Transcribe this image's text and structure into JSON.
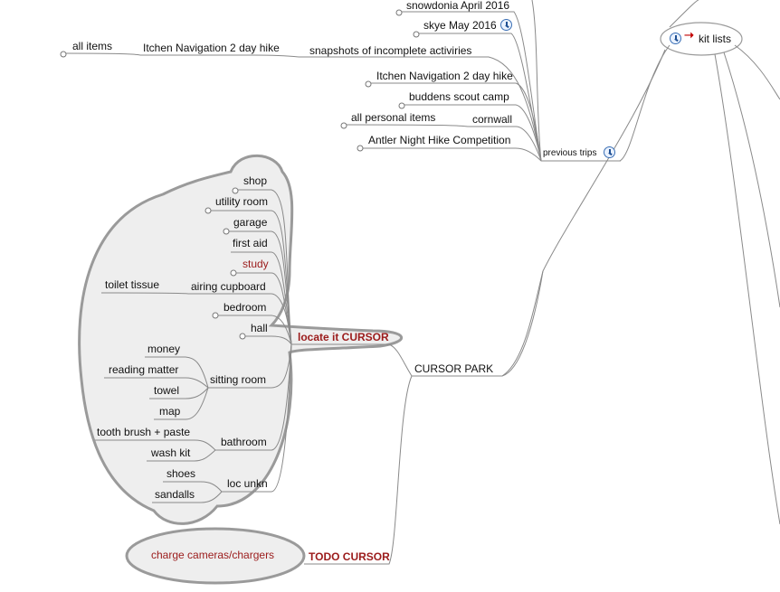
{
  "central": {
    "label": "kit lists"
  },
  "previous_trips": {
    "label": "previous trips",
    "children": [
      "snowdonia April 2016",
      "skye May 2016",
      "snapshots of incomplete activiries",
      "Itchen Navigation 2 day hike",
      "buddens scout camp",
      "cornwall",
      "Antler Night Hike Competition"
    ],
    "snapshot_child": "Itchen Navigation 2 day hike",
    "snapshot_grandchild": "all items",
    "cornwall_child": "all personal  items"
  },
  "cursor_park": {
    "label": "CURSOR PARK",
    "locate": {
      "label": "locate it CURSOR",
      "rooms": [
        "shop",
        "utility room",
        "garage",
        "first aid",
        "study",
        "airing cupboard",
        "bedroom",
        "hall",
        "sitting room",
        "bathroom",
        "loc unkn"
      ],
      "airing_cupboard_items": [
        "toilet tissue"
      ],
      "sitting_room_items": [
        "money",
        "reading matter",
        "towel",
        "map"
      ],
      "bathroom_items": [
        "tooth brush + paste",
        "wash kit"
      ],
      "loc_unkn_items": [
        "shoes",
        "sandalls"
      ]
    },
    "todo": {
      "label": "TODO CURSOR",
      "items": [
        "charge cameras/chargers"
      ]
    }
  }
}
